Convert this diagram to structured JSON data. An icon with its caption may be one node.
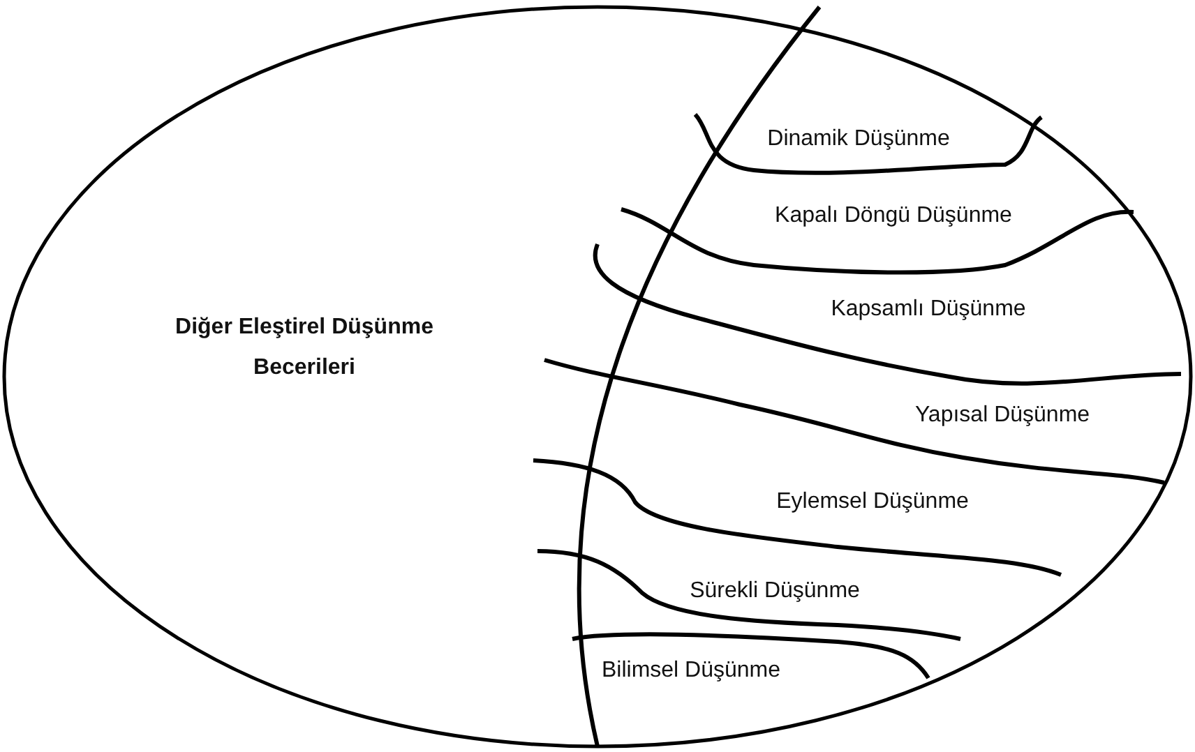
{
  "diagram": {
    "nodes": [
      {
        "text": [
          "Diğer Eleştirel Düşünme Becerileri"
        ]
      },
      {
        "text": [
          "Dinamik Düşünme"
        ]
      },
      {
        "text": [
          "Kapalı Döngü Düşünme"
        ]
      },
      {
        "text": [
          "Kapsamlı Düşünme"
        ]
      },
      {
        "text": [
          "Yapısal Düşünme"
        ]
      },
      {
        "text": [
          "Eylemsel Düşünme"
        ]
      },
      {
        "text": [
          "Sürekli Düşünme"
        ]
      },
      {
        "text": [
          "Bilimsel Düşünme"
        ]
      }
    ]
  }
}
